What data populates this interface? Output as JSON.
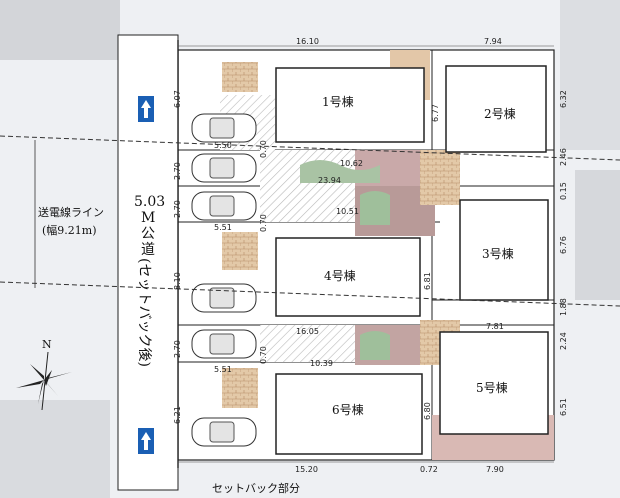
{
  "buildings": {
    "b1": "1号棟",
    "b2": "2号棟",
    "b3": "3号棟",
    "b4": "4号棟",
    "b5": "5号棟",
    "b6": "6号棟"
  },
  "road": {
    "width": "5.03",
    "name_line1": "M",
    "name_line2": "公",
    "name_line3": "道",
    "note": "(セットバック後)"
  },
  "power_line": {
    "label_line1": "送電線ライン",
    "label_line2": "(幅9.21m)"
  },
  "setback_label": "セットバック部分",
  "compass": {
    "north": "N"
  },
  "dimensions": {
    "top_left": "16.10",
    "top_right": "7.94",
    "left_1": "6.07",
    "left_2": "2.70",
    "left_3": "2.70",
    "left_4": "8.10",
    "left_5": "2.70",
    "left_6": "6.21",
    "right_1": "6.32",
    "right_2": "2.46",
    "right_3": "0.15",
    "right_4": "6.76",
    "right_5": "1.88",
    "right_6": "2.24",
    "right_7": "6.51",
    "mid_550": "5.50",
    "mid_070a": "0.70",
    "mid_1062": "10.62",
    "mid_2394": "23.94",
    "mid_1051": "10.51",
    "mid_551a": "5.51",
    "mid_070b": "0.70",
    "mid_677": "6.77",
    "mid_681": "6.81",
    "mid_1605": "16.05",
    "mid_781": "7.81",
    "mid_1039": "10.39",
    "mid_551b": "5.51",
    "mid_070c": "0.70",
    "mid_680": "6.80",
    "bottom_left": "15.20",
    "bottom_mid": "0.72",
    "bottom_right": "7.90"
  }
}
